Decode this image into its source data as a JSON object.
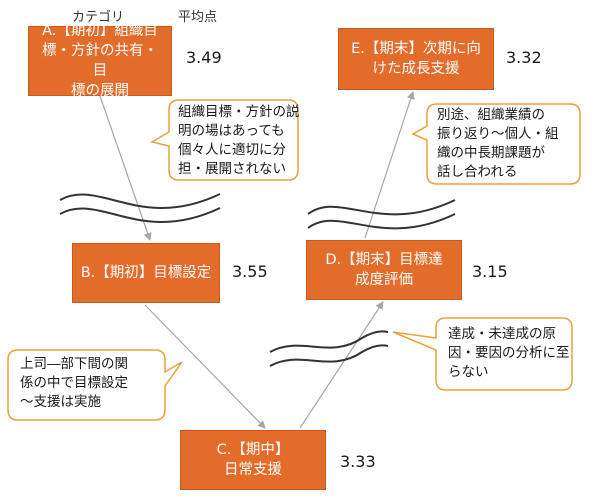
{
  "headers": {
    "category": "カテゴリ",
    "average": "平均点"
  },
  "stages": [
    {
      "id": "A",
      "label": "A.【期初】組織目\n標・方針の共有・目\n標の展開",
      "score": "3.49"
    },
    {
      "id": "B",
      "label": "B.【期初】目標設定",
      "score": "3.55"
    },
    {
      "id": "C",
      "label": "C.【期中】\n日常支援",
      "score": "3.33"
    },
    {
      "id": "D",
      "label": "D.【期末】目標達\n成度評価",
      "score": "3.15"
    },
    {
      "id": "E",
      "label": "E.【期末】次期に向\nけた成長支援",
      "score": "3.32"
    }
  ],
  "callouts": [
    {
      "id": "ab",
      "text": "組織目標・方針の説\n明の場はあっても\n個々人に適切に分\n担・展開されない"
    },
    {
      "id": "bc",
      "text": "上司―部下間の関\n係の中で目標設定\n～支援は実施"
    },
    {
      "id": "cd",
      "text": "達成・未達成の原\n因・要因の分析に至\nらない"
    },
    {
      "id": "de",
      "text": "別途、組織業績の\n振り返り～個人・組\n織の中長期課題が\n話し合われる"
    }
  ],
  "colors": {
    "box_fill": "#e46c2a",
    "callout_border": "#e8a23a",
    "arrow": "#a6a6a6",
    "break_line": "#333333"
  }
}
